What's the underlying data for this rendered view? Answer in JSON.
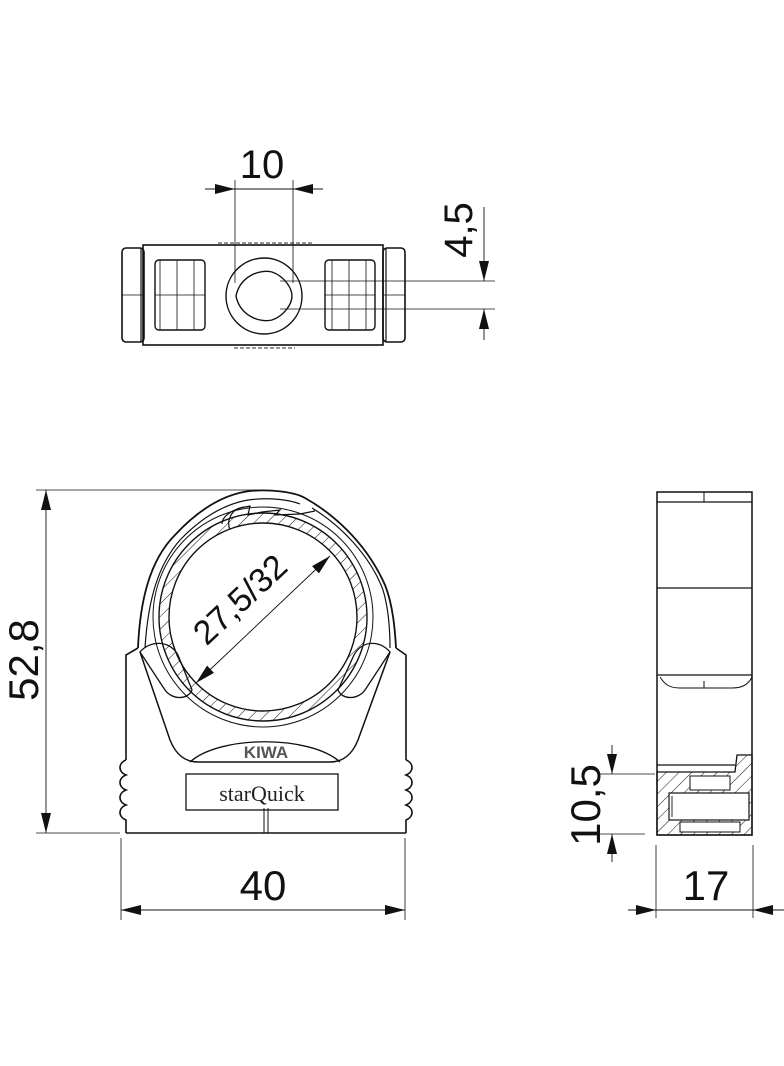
{
  "drawing": {
    "title": "Pipe clamp technical drawing",
    "stroke_color": "#111111",
    "background": "#ffffff"
  },
  "top_view": {
    "dim_hole_width": "10",
    "dim_hole_height": "4,5"
  },
  "front_view": {
    "dim_height": "52,8",
    "dim_width": "40",
    "dim_pipe_diameter": "27,5/32",
    "label_kiwa": "KIWA",
    "label_brand": "starQuick"
  },
  "side_view": {
    "dim_base_height": "10,5",
    "dim_depth": "17"
  }
}
